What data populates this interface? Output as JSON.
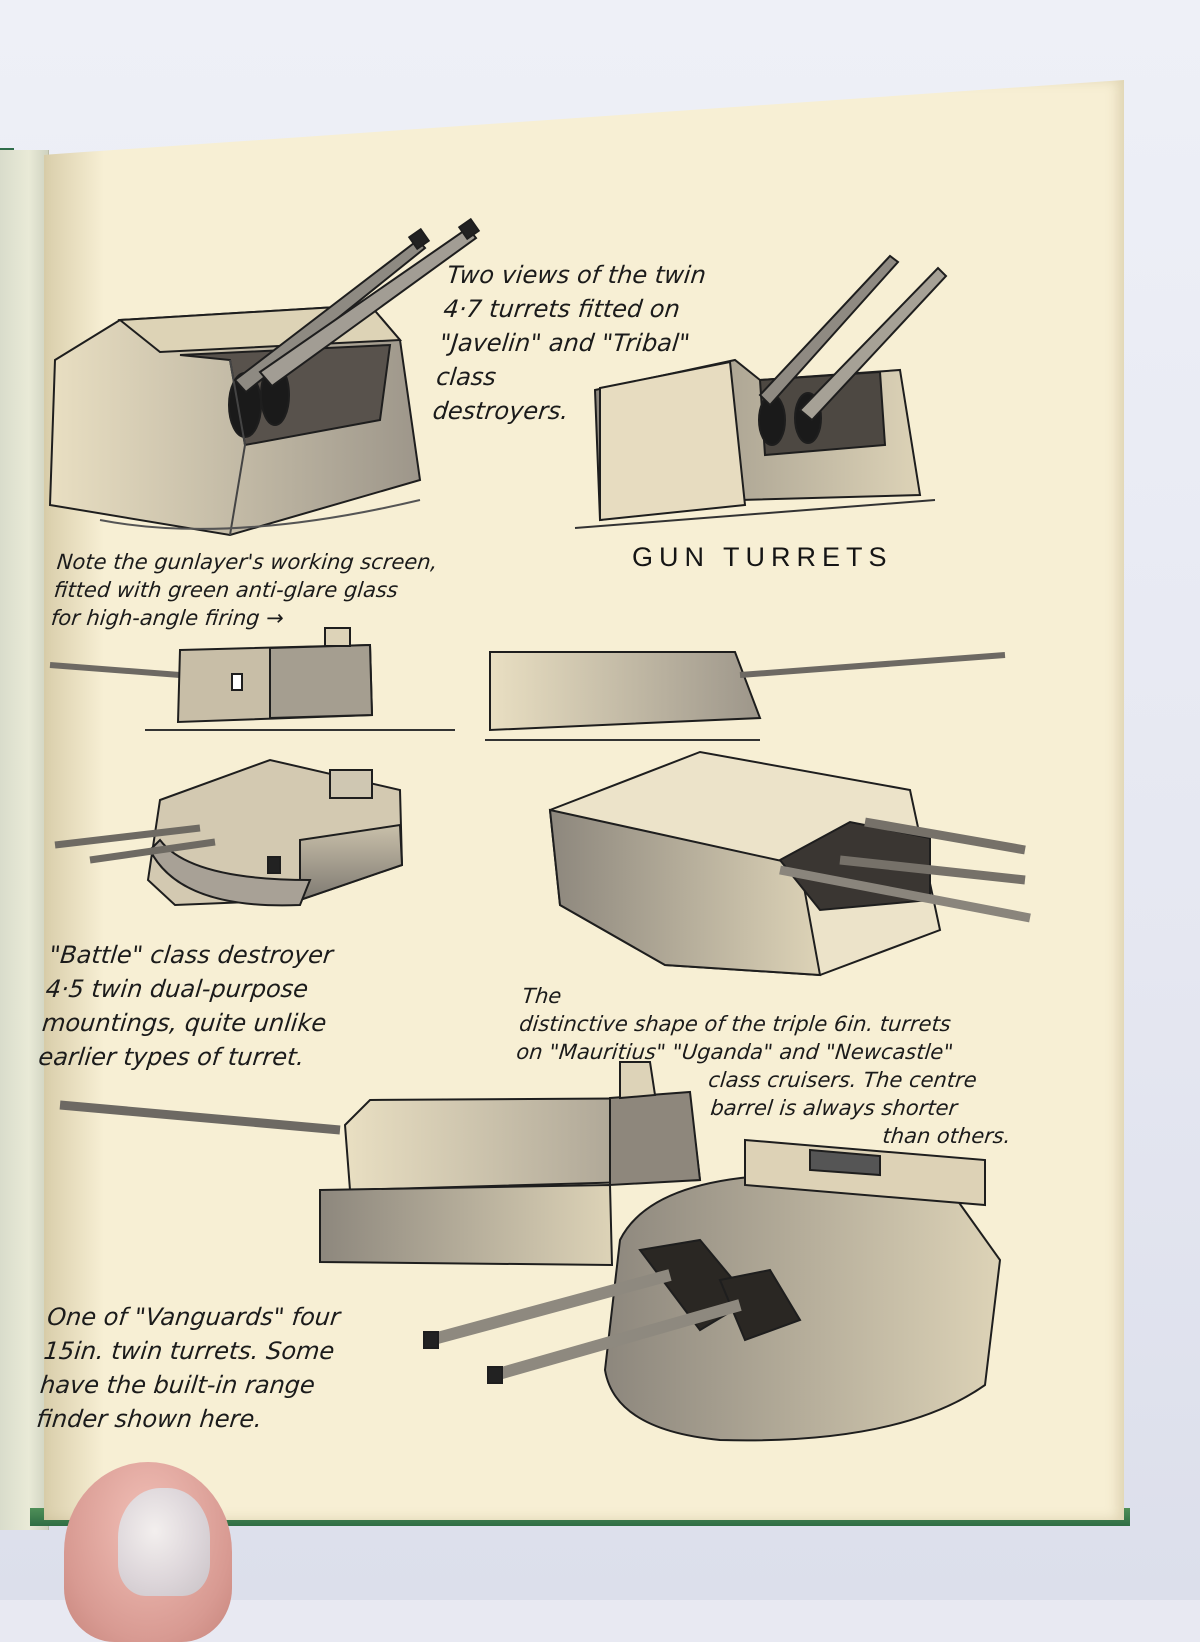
{
  "page": {
    "title": "GUN TURRETS"
  },
  "captions": {
    "twin_47": [
      "Two views of the twin",
      "4·7 turrets fitted on",
      "\"Javelin\" and \"Tribal\"",
      "class",
      "destroyers."
    ],
    "gunlayer": [
      "Note the gunlayer's working screen,",
      "fitted with green anti-glare glass",
      "for high-angle firing →"
    ],
    "battle": [
      "\"Battle\" class destroyer",
      "4·5 twin dual-purpose",
      "mountings, quite unlike",
      "earlier types of turret."
    ],
    "triple": [
      "The",
      "distinctive shape of the triple 6in. turrets",
      "on \"Mauritius\" \"Uganda\" and \"Newcastle\"",
      "class cruisers. The centre",
      "barrel is always shorter",
      "than others."
    ],
    "vanguard": [
      "One of \"Vanguards\" four",
      "15in. twin turrets. Some",
      "have the built-in range",
      "finder shown here."
    ]
  },
  "illustrations": [
    "twin 4.7 turret front view",
    "twin 4.7 turret side-front view",
    "turret side elevation with screen",
    "turret side elevation",
    "Battle class twin mounting",
    "triple 6in. turret",
    "Vanguard 15in. turret side elevation",
    "Vanguard 15in. twin turret with range finder"
  ],
  "colors": {
    "paper": "#f7efd4",
    "ink": "#1b1b1b",
    "cover_green": "#2f6d4a",
    "backdrop": "#e8e9f2"
  }
}
